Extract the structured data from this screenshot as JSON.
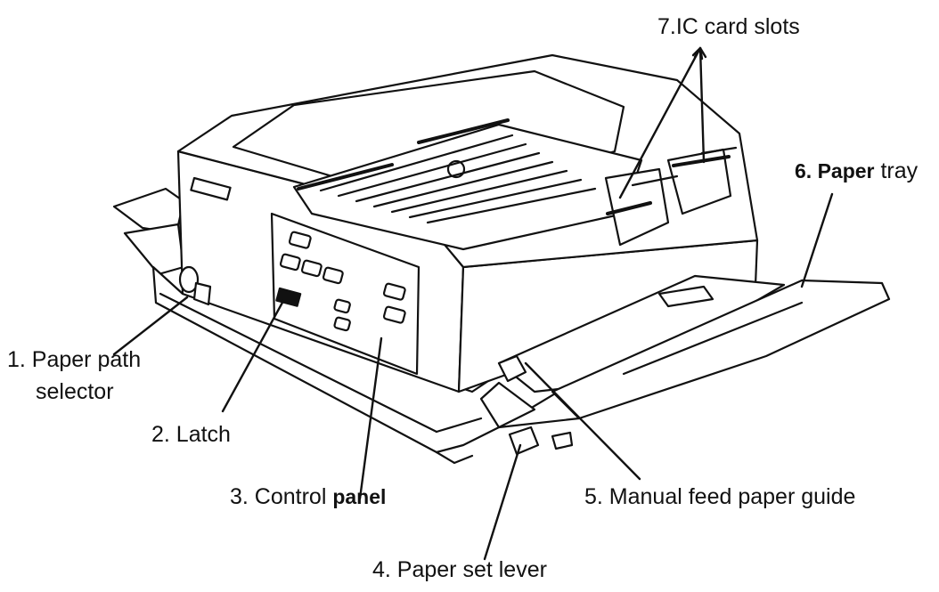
{
  "labels": {
    "paper_path_selector_line1": "1. Paper path",
    "paper_path_selector_line2": "selector",
    "latch": "2. Latch",
    "control_panel_a": "3. Control",
    "control_panel_b": "panel",
    "paper_set_lever": "4. Paper set lever",
    "manual_feed_guide": "5. Manual feed paper guide",
    "paper_tray_a": "6. Paper",
    "paper_tray_b": "tray",
    "ic_card_slots": "7.IC card slots"
  },
  "colors": {
    "ink": "#111111",
    "paper": "#ffffff",
    "shade": "#e8e8e8"
  }
}
